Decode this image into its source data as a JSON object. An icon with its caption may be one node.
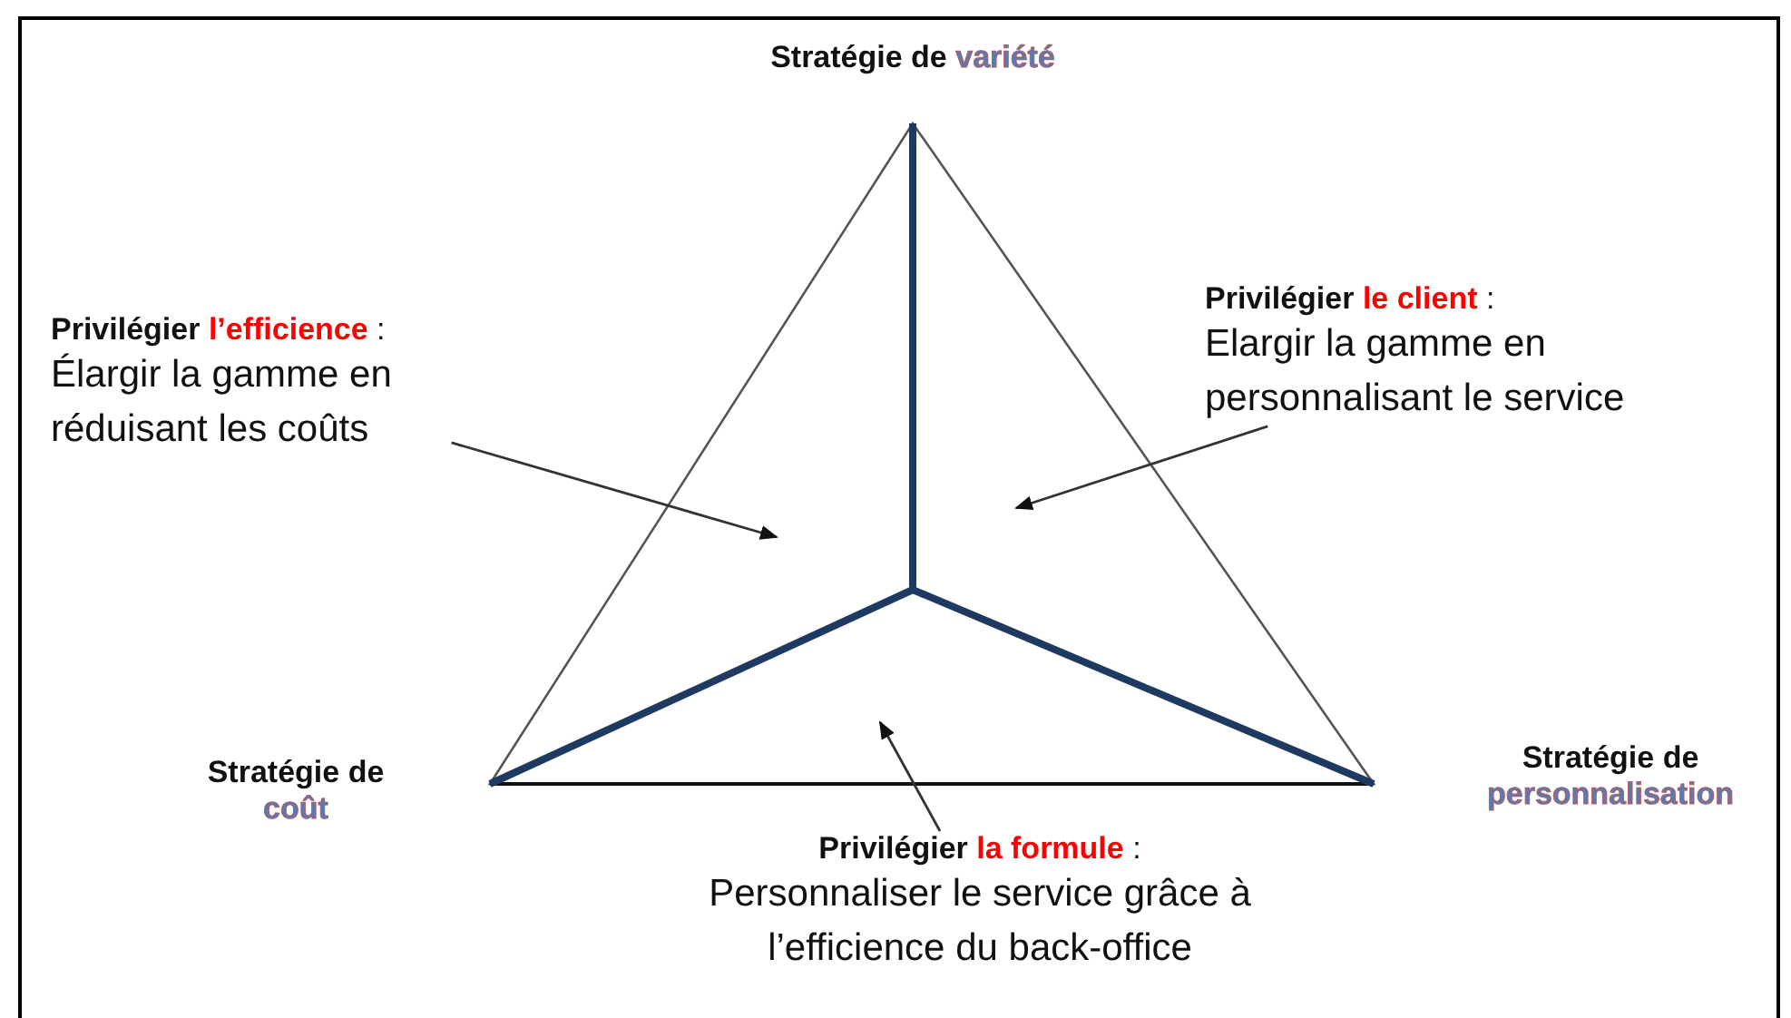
{
  "diagram": {
    "nodes": [
      {
        "text": [
          "**Privilégier** *l’efficience* :",
          "Élargir la gamme en réduisant les coûts"
        ]
      },
      {
        "text": [
          "**Privilégier** *le client* :",
          "Elargir la gamme en personnalisant le service"
        ]
      },
      {
        "text": [
          "**Privilégier** *la formule* :",
          "Personnaliser le service grâce à l’efficience du back-office"
        ]
      }
    ],
    "edges": [
      {
        "from": 0,
        "to": null,
        "arrow": "to"
      },
      {
        "from": 1,
        "to": null,
        "arrow": "to"
      },
      {
        "from": 2,
        "to": null,
        "arrow": "to"
      }
    ],
    "labels": [
      "Stratégie de *variété*",
      "Stratégie de *coût*",
      "Stratégie de *personnalisation*"
    ]
  }
}
